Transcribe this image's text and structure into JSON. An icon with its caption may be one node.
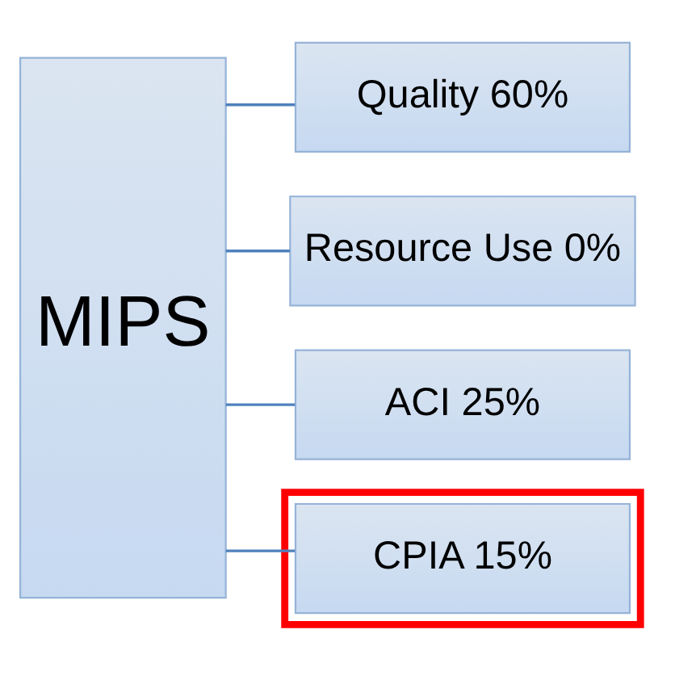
{
  "diagram": {
    "nodes": [
      {
        "text": [
          "MIPS"
        ]
      },
      {
        "text": [
          "Quality 60%"
        ]
      },
      {
        "text": [
          "Resource Use 0%"
        ]
      },
      {
        "text": [
          "ACI 25%"
        ]
      },
      {
        "text": [],
        "shape": "box"
      },
      {
        "text": [
          "CPIA 15%"
        ],
        "in": 4
      }
    ],
    "edges": [
      {
        "from": 0,
        "to": 1,
        "arrow": "none"
      },
      {
        "from": 0,
        "to": 2,
        "arrow": "none"
      },
      {
        "from": 0,
        "to": 3,
        "arrow": "none"
      },
      {
        "from": 0,
        "to": 5,
        "arrow": "none"
      }
    ]
  }
}
